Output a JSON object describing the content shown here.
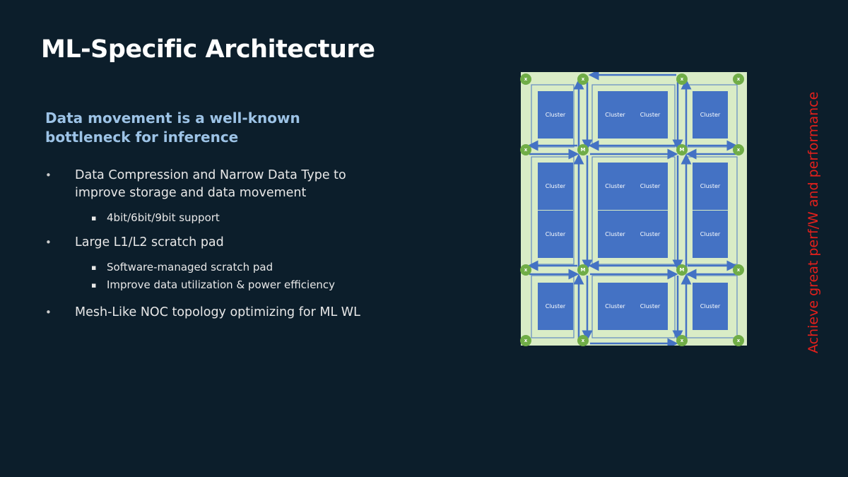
{
  "title": "ML-Specific Architecture",
  "subtitle": "Data movement is a well-known bottleneck for inference",
  "bullets": [
    {
      "text": "Data Compression and Narrow Data Type to improve storage and data movement",
      "sub": [
        "4bit/6bit/9bit support"
      ]
    },
    {
      "text": "Large L1/L2 scratch pad",
      "sub": [
        "Software-managed scratch pad",
        "Improve data utilization & power efficiency"
      ]
    },
    {
      "text": "Mesh-Like NOC topology optimizing for ML WL",
      "sub": []
    }
  ],
  "side_note": "Achieve great perf/W and performance",
  "diagram": {
    "clusters": [
      "Cluster",
      "Cluster",
      "Cluster",
      "Cluster",
      "Cluster",
      "Cluster",
      "Cluster",
      "Cluster",
      "Cluster",
      "Cluster",
      "Cluster",
      "Cluster",
      "Cluster",
      "Cluster",
      "Cluster",
      "Cluster"
    ],
    "nodes": [
      "x",
      "x",
      "x",
      "x",
      "x",
      "M",
      "M",
      "x",
      "x",
      "M",
      "M",
      "x",
      "x",
      "x",
      "x",
      "x"
    ],
    "colors": {
      "cluster": "#4472c4",
      "node": "#70ad47",
      "link": "#4472c4",
      "background": "#d9ecc6"
    }
  }
}
